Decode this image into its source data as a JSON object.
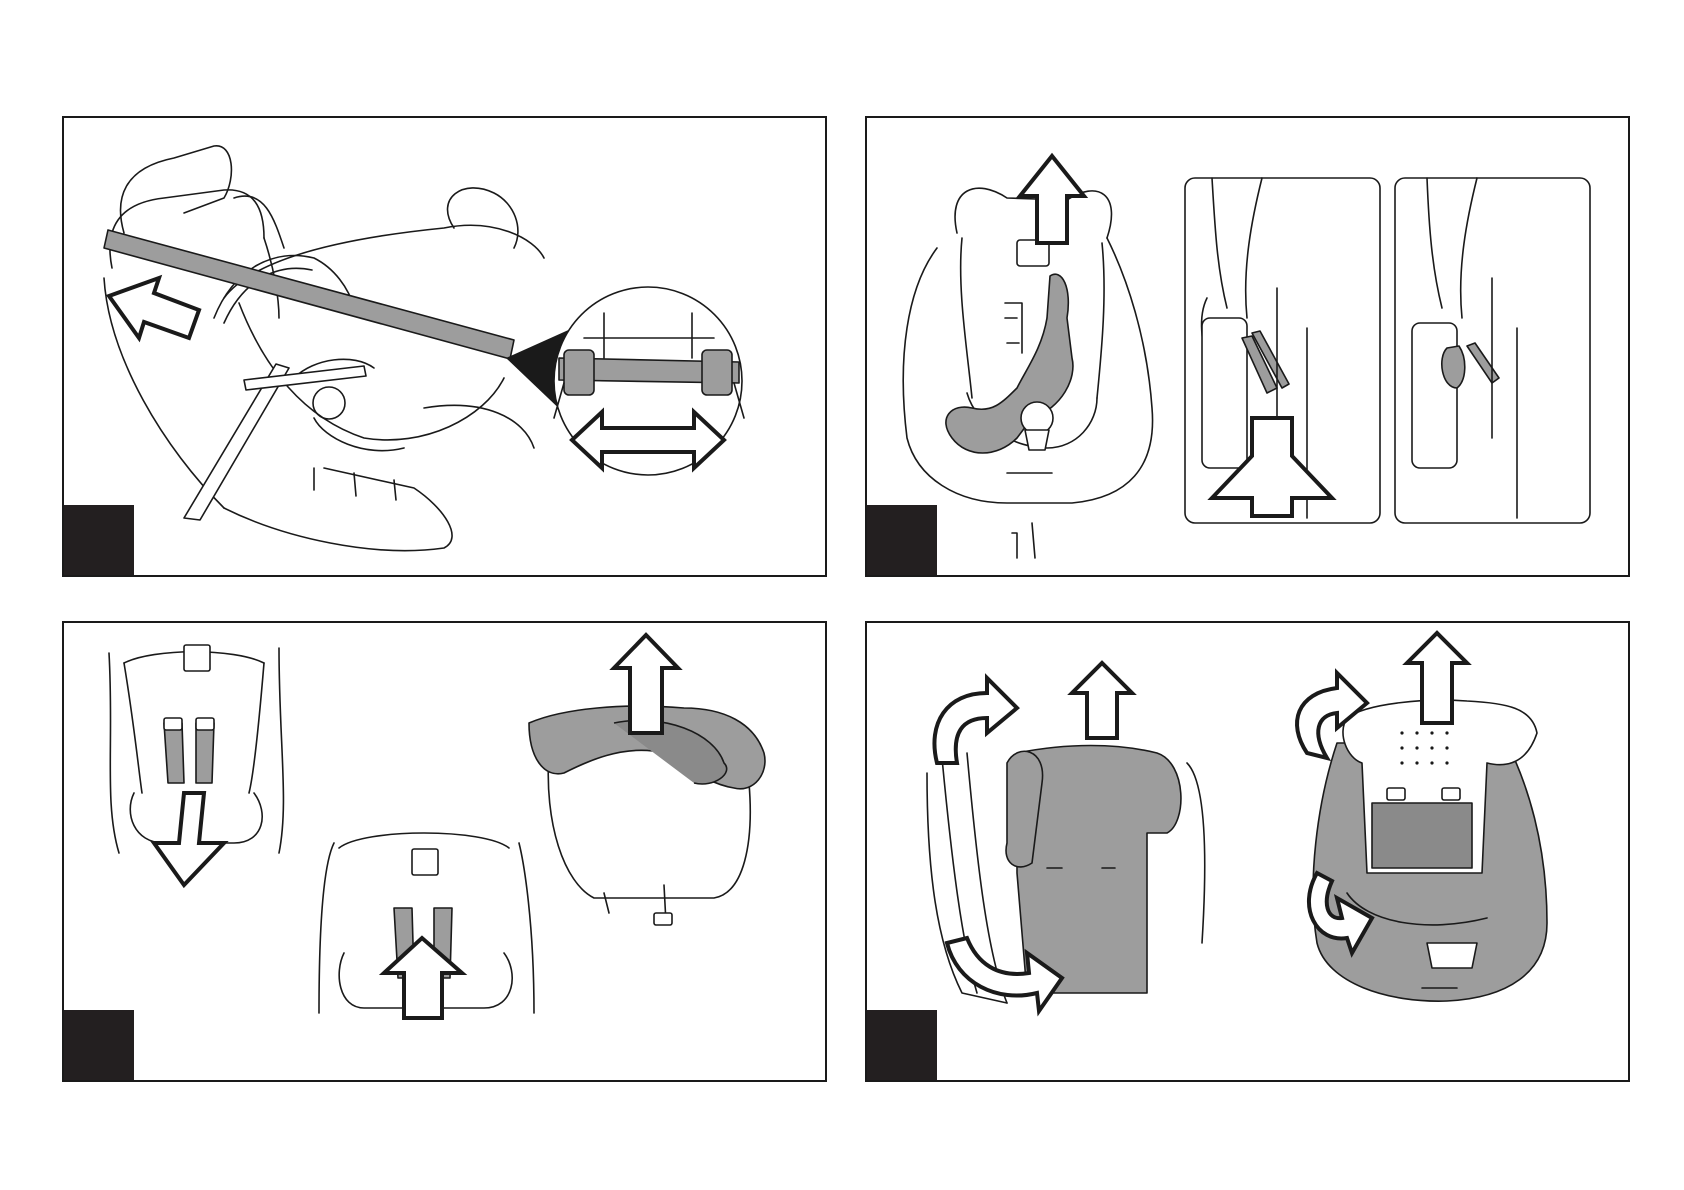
{
  "colors": {
    "frame": "#1a1a1a",
    "step_badge": "#231f20",
    "fabric_gray": "#9d9d9d",
    "background": "#ffffff"
  },
  "panels": [
    {
      "id": "p1",
      "illustration": "car-seat-belt-routing",
      "icons": [
        "arrow-up-left-icon",
        "double-arrow-horizontal-icon"
      ]
    },
    {
      "id": "p2",
      "illustration": "harness-removal-from-shell",
      "icons": [
        "arrow-up-icon",
        "arrow-up-icon"
      ]
    },
    {
      "id": "p3",
      "illustration": "harness-straps-and-cover-removal",
      "icons": [
        "arrow-down-icon",
        "arrow-up-icon",
        "arrow-up-icon"
      ]
    },
    {
      "id": "p4",
      "illustration": "seat-cover-and-insert-removal",
      "icons": [
        "curved-arrow-icon",
        "arrow-up-icon",
        "curved-arrow-icon",
        "arrow-up-icon"
      ]
    }
  ]
}
